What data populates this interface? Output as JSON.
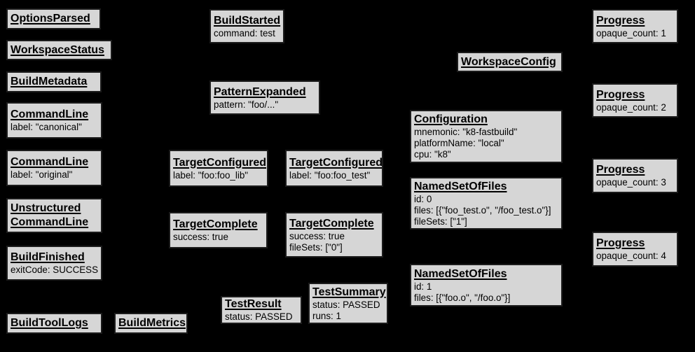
{
  "colors": {
    "background": "#000000",
    "box_fill": "#d6d6d6",
    "box_border": "#1c1c1c",
    "text": "#000000"
  },
  "boxes": {
    "options_parsed": {
      "title": "OptionsParsed",
      "lines": []
    },
    "workspace_status": {
      "title": "WorkspaceStatus",
      "lines": []
    },
    "build_metadata": {
      "title": "BuildMetadata",
      "lines": []
    },
    "command_line_canonical": {
      "title": "CommandLine",
      "lines": [
        "label: \"canonical\""
      ]
    },
    "command_line_original": {
      "title": "CommandLine",
      "lines": [
        "label: \"original\""
      ]
    },
    "unstructured_command_line": {
      "title": "Unstructured",
      "title2": "CommandLine",
      "lines": []
    },
    "build_finished": {
      "title": "BuildFinished",
      "lines": [
        "exitCode: SUCCESS"
      ]
    },
    "build_tool_logs": {
      "title": "BuildToolLogs",
      "lines": []
    },
    "build_metrics": {
      "title": "BuildMetrics",
      "lines": []
    },
    "build_started": {
      "title": "BuildStarted",
      "lines": [
        "command: test"
      ]
    },
    "pattern_expanded": {
      "title": "PatternExpanded",
      "lines": [
        "pattern: \"foo/...\""
      ]
    },
    "target_configured_lib": {
      "title": "TargetConfigured",
      "lines": [
        "label: \"foo:foo_lib\""
      ]
    },
    "target_configured_test": {
      "title": "TargetConfigured",
      "lines": [
        "label: \"foo:foo_test\""
      ]
    },
    "target_complete_lib": {
      "title": "TargetComplete",
      "lines": [
        "success: true"
      ]
    },
    "target_complete_test": {
      "title": "TargetComplete",
      "lines": [
        "success: true",
        "fileSets: [\"0\"]"
      ]
    },
    "test_result": {
      "title": "TestResult",
      "lines": [
        "status: PASSED"
      ]
    },
    "test_summary": {
      "title": "TestSummary",
      "lines": [
        "status: PASSED",
        "runs: 1"
      ]
    },
    "workspace_config": {
      "title": "WorkspaceConfig",
      "lines": []
    },
    "configuration": {
      "title": "Configuration",
      "lines": [
        "mnemonic: \"k8-fastbuild\"",
        "platformName: \"local\"",
        "cpu: \"k8\""
      ]
    },
    "named_set_of_files_0": {
      "title": "NamedSetOfFiles",
      "lines": [
        "id: 0",
        "files: [{\"foo_test.o\", \"/foo_test.o\"}]",
        "fileSets: [\"1\"]"
      ]
    },
    "named_set_of_files_1": {
      "title": "NamedSetOfFiles",
      "lines": [
        "id: 1",
        "files: [{\"foo.o\", \"/foo.o\"}]"
      ]
    },
    "progress_1": {
      "title": "Progress",
      "lines": [
        "opaque_count: 1"
      ]
    },
    "progress_2": {
      "title": "Progress",
      "lines": [
        "opaque_count: 2"
      ]
    },
    "progress_3": {
      "title": "Progress",
      "lines": [
        "opaque_count: 3"
      ]
    },
    "progress_4": {
      "title": "Progress",
      "lines": [
        "opaque_count: 4"
      ]
    }
  }
}
